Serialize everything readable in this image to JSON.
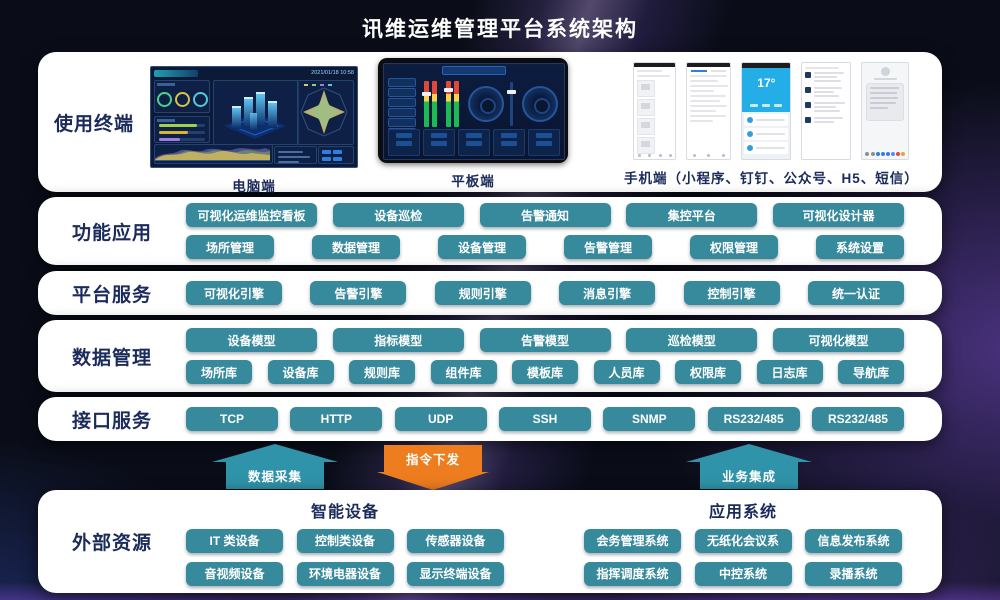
{
  "title": "讯维运维管理平台系统架构",
  "colors": {
    "chip_teal": "#37899c",
    "arrow_teal": "#2f93a9",
    "arrow_orange": "#ed7d1f",
    "label_navy": "#1b2b5c",
    "panel_white": "#ffffff",
    "phone_cyan": "#23aee8",
    "background_dark": "#0a0d18"
  },
  "terminals": {
    "label": "使用终端",
    "pc": {
      "caption": "电脑端",
      "date": "2021/01/18  10:58"
    },
    "tablet": {
      "caption": "平板端"
    },
    "phone": {
      "caption": "手机端（小程序、钉钉、公众号、H5、短信）",
      "temp": "17°"
    }
  },
  "apps": {
    "label": "功能应用",
    "row1": [
      "可视化运维监控看板",
      "设备巡检",
      "告警通知",
      "集控平台",
      "可视化设计器"
    ],
    "row2": [
      "场所管理",
      "数据管理",
      "设备管理",
      "告警管理",
      "权限管理",
      "系统设置"
    ]
  },
  "platform": {
    "label": "平台服务",
    "row1": [
      "可视化引擎",
      "告警引擎",
      "规则引擎",
      "消息引擎",
      "控制引擎",
      "统一认证"
    ]
  },
  "data_mgmt": {
    "label": "数据管理",
    "row1": [
      "设备模型",
      "指标模型",
      "告警模型",
      "巡检模型",
      "可视化模型"
    ],
    "row2": [
      "场所库",
      "设备库",
      "规则库",
      "组件库",
      "模板库",
      "人员库",
      "权限库",
      "日志库",
      "导航库"
    ]
  },
  "interfaces": {
    "label": "接口服务",
    "row1": [
      "TCP",
      "HTTP",
      "UDP",
      "SSH",
      "SNMP",
      "RS232/485",
      "RS232/485"
    ]
  },
  "arrows": [
    {
      "label": "数据采集",
      "direction": "up",
      "color": "#2f93a9"
    },
    {
      "label": "指令下发",
      "direction": "down",
      "color": "#ed7d1f"
    },
    {
      "label": "业务集成",
      "direction": "up",
      "color": "#2f93a9"
    }
  ],
  "external": {
    "label": "外部资源",
    "groups": [
      {
        "title": "智能设备",
        "row1": [
          "IT 类设备",
          "控制类设备",
          "传感器设备"
        ],
        "row2": [
          "音视频设备",
          "环境电器设备",
          "显示终端设备"
        ]
      },
      {
        "title": "应用系统",
        "row1": [
          "会务管理系统",
          "无纸化会议系",
          "信息发布系统"
        ],
        "row2": [
          "指挥调度系统",
          "中控系统",
          "录播系统"
        ]
      }
    ]
  }
}
